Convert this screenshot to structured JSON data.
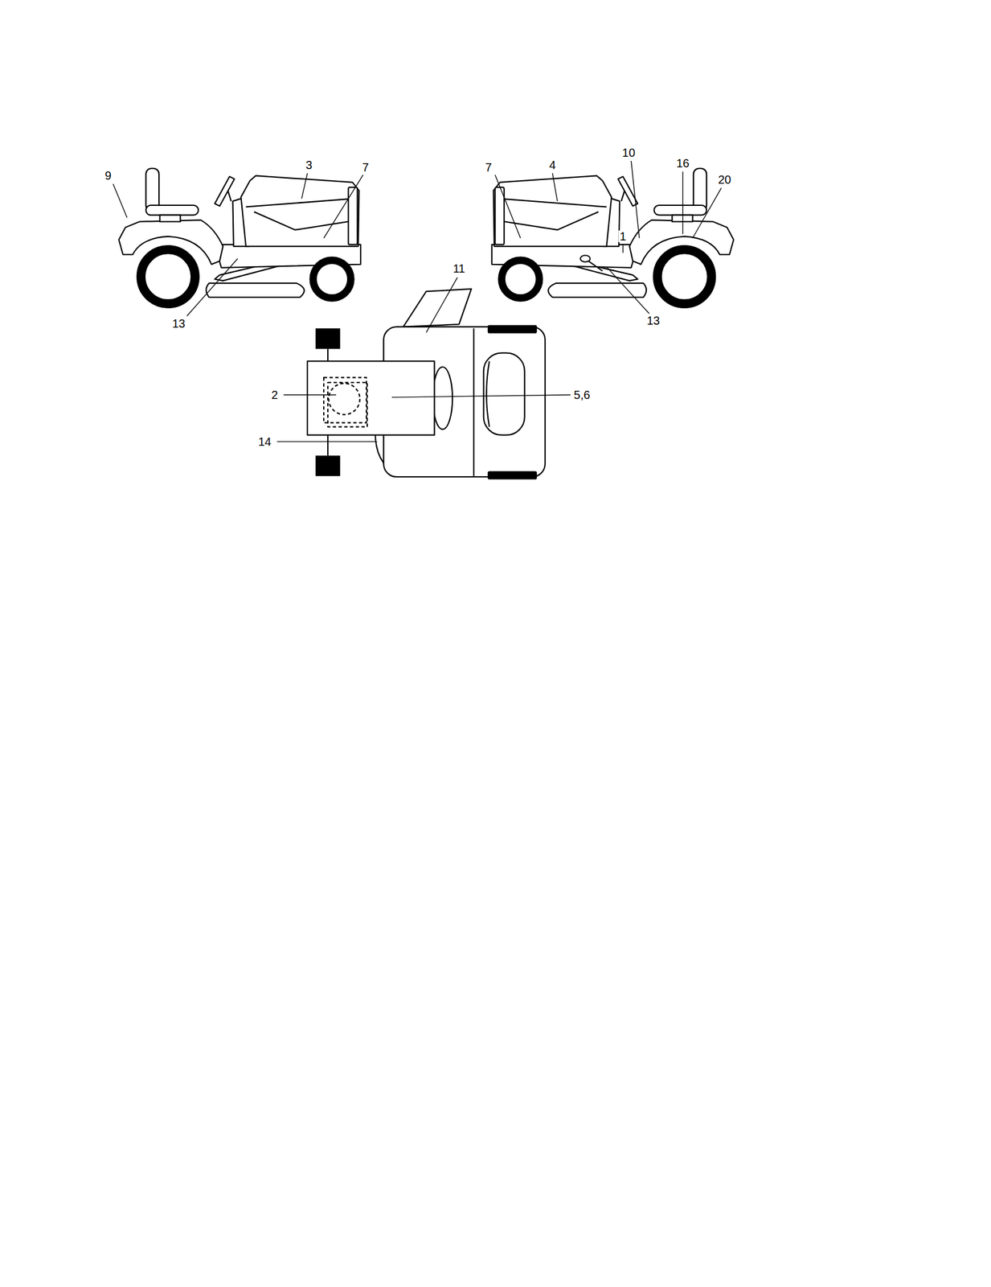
{
  "diagram": {
    "labels": [
      "9",
      "3",
      "7",
      "13",
      "7",
      "4",
      "10",
      "16",
      "1",
      "20",
      "13",
      "11",
      "2",
      "5,6",
      "14"
    ]
  }
}
